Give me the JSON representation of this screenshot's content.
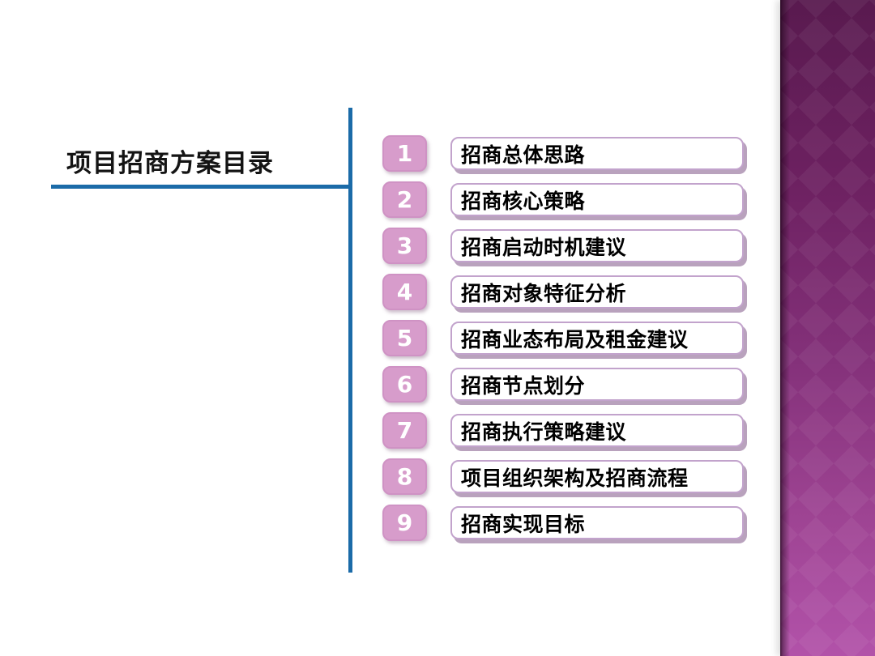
{
  "slide": {
    "title": "项目招商方案目录",
    "toc": {
      "items": [
        {
          "number": "1",
          "label": "招商总体思路"
        },
        {
          "number": "2",
          "label": "招商核心策略"
        },
        {
          "number": "3",
          "label": "招商启动时机建议"
        },
        {
          "number": "4",
          "label": "招商对象特征分析"
        },
        {
          "number": "5",
          "label": "招商业态布局及租金建议"
        },
        {
          "number": "6",
          "label": "招商节点划分"
        },
        {
          "number": "7",
          "label": "招商执行策略建议"
        },
        {
          "number": "8",
          "label": "项目组织架构及招商流程"
        },
        {
          "number": "9",
          "label": "招商实现目标"
        }
      ]
    },
    "colors": {
      "accent_blue": "#1b6ba8",
      "number_box_fill": "#d79ccb",
      "number_box_border": "#cf92c4",
      "label_box_border": "#c2a3cc",
      "label_box_shadow": "#b9a2bd",
      "sidebar_top": "#591a4f",
      "sidebar_bottom": "#b252a9"
    }
  }
}
